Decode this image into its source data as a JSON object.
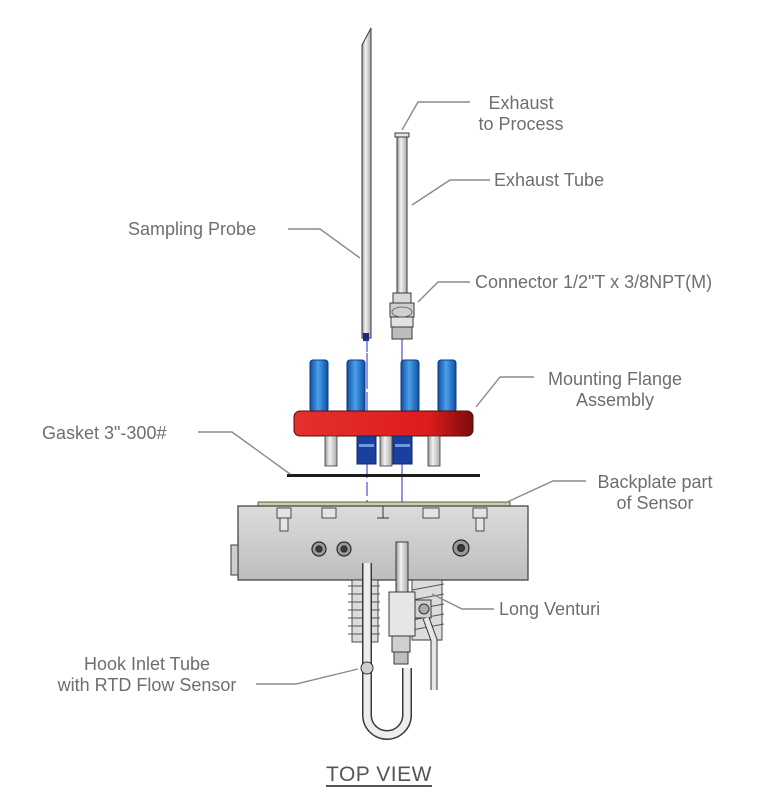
{
  "labels": {
    "exhaust_to_process": [
      "Exhaust",
      "to Process"
    ],
    "exhaust_tube": "Exhaust Tube",
    "sampling_probe": "Sampling Probe",
    "connector": "Connector 1/2\"T x 3/8NPT(M)",
    "mounting_flange": [
      "Mounting Flange",
      "Assembly"
    ],
    "gasket": "Gasket 3\"-300#",
    "backplate": [
      "Backplate part",
      "of Sensor"
    ],
    "long_venturi": "Long Venturi",
    "hook_inlet": [
      "Hook Inlet Tube",
      "with RTD Flow Sensor"
    ]
  },
  "caption": "TOP VIEW",
  "colors": {
    "flange": "#dd2020",
    "flange_dark": "#8a1010",
    "bolt": "#1f6fc4",
    "nut": "#1a3f9e",
    "centerline": "#2a2acc",
    "leader": "#888888",
    "steel": "#c8c8c8",
    "outline": "#3a3a3a"
  }
}
